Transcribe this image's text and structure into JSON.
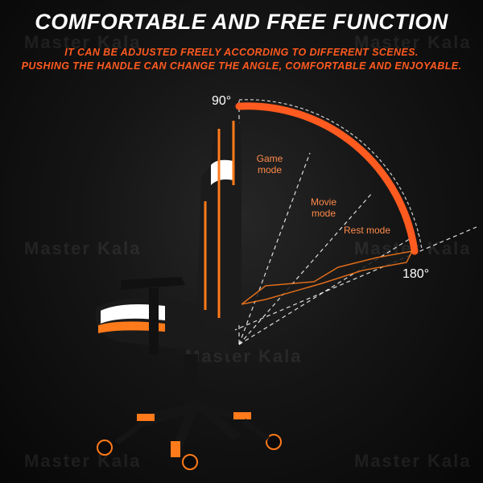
{
  "title": "COMFORTABLE AND FREE FUNCTION",
  "subtitle_line1": "IT CAN BE ADJUSTED FREELY ACCORDING TO DIFFERENT SCENES.",
  "subtitle_line2": "PUSHING THE HANDLE CAN CHANGE THE ANGLE, COMFORTABLE AND ENJOYABLE.",
  "angles": {
    "upright": "90°",
    "flat": "180°"
  },
  "modes": {
    "game": "Game mode",
    "movie": "Movie mode",
    "rest": "Rest mode"
  },
  "watermark": "Master Kala",
  "colors": {
    "accent": "#ff5a1f",
    "arc": "#ff5a1f",
    "chair_body": "#1c1c1c",
    "trim": "#ff7a1a",
    "cushion": "#ffffff"
  },
  "icons": [
    "gaming-chair-image",
    "recline-angle-arc",
    "watermark-logo"
  ]
}
